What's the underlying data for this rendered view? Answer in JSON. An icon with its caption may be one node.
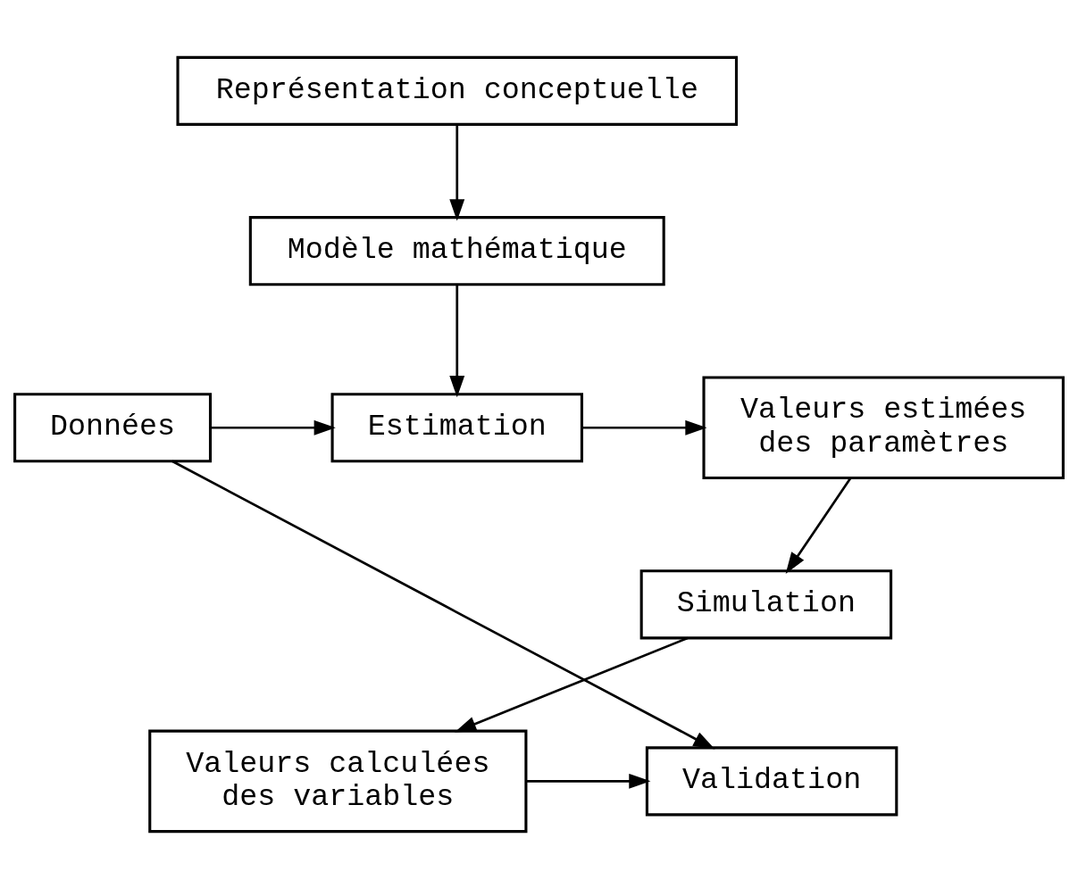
{
  "diagram": {
    "nodes": [
      {
        "text": [
          "Représentation conceptuelle"
        ]
      },
      {
        "text": [
          "Modèle mathématique"
        ]
      },
      {
        "text": [
          "Données"
        ]
      },
      {
        "text": [
          "Estimation"
        ]
      },
      {
        "text": [
          "Valeurs estimées des paramètres"
        ]
      },
      {
        "text": [
          "Simulation"
        ]
      },
      {
        "text": [
          "Valeurs calculées des variables"
        ]
      },
      {
        "text": [
          "Validation"
        ]
      }
    ],
    "edges": [
      {
        "from": 0,
        "to": 1,
        "arrow": "to"
      },
      {
        "from": 1,
        "to": 3,
        "arrow": "to"
      },
      {
        "from": 2,
        "to": 3,
        "arrow": "to"
      },
      {
        "from": 3,
        "to": 4,
        "arrow": "to"
      },
      {
        "from": 4,
        "to": 5,
        "arrow": "to"
      },
      {
        "from": 5,
        "to": 6,
        "arrow": "to"
      },
      {
        "from": 6,
        "to": 7,
        "arrow": "to"
      },
      {
        "from": 2,
        "to": 7,
        "arrow": "to"
      }
    ]
  }
}
